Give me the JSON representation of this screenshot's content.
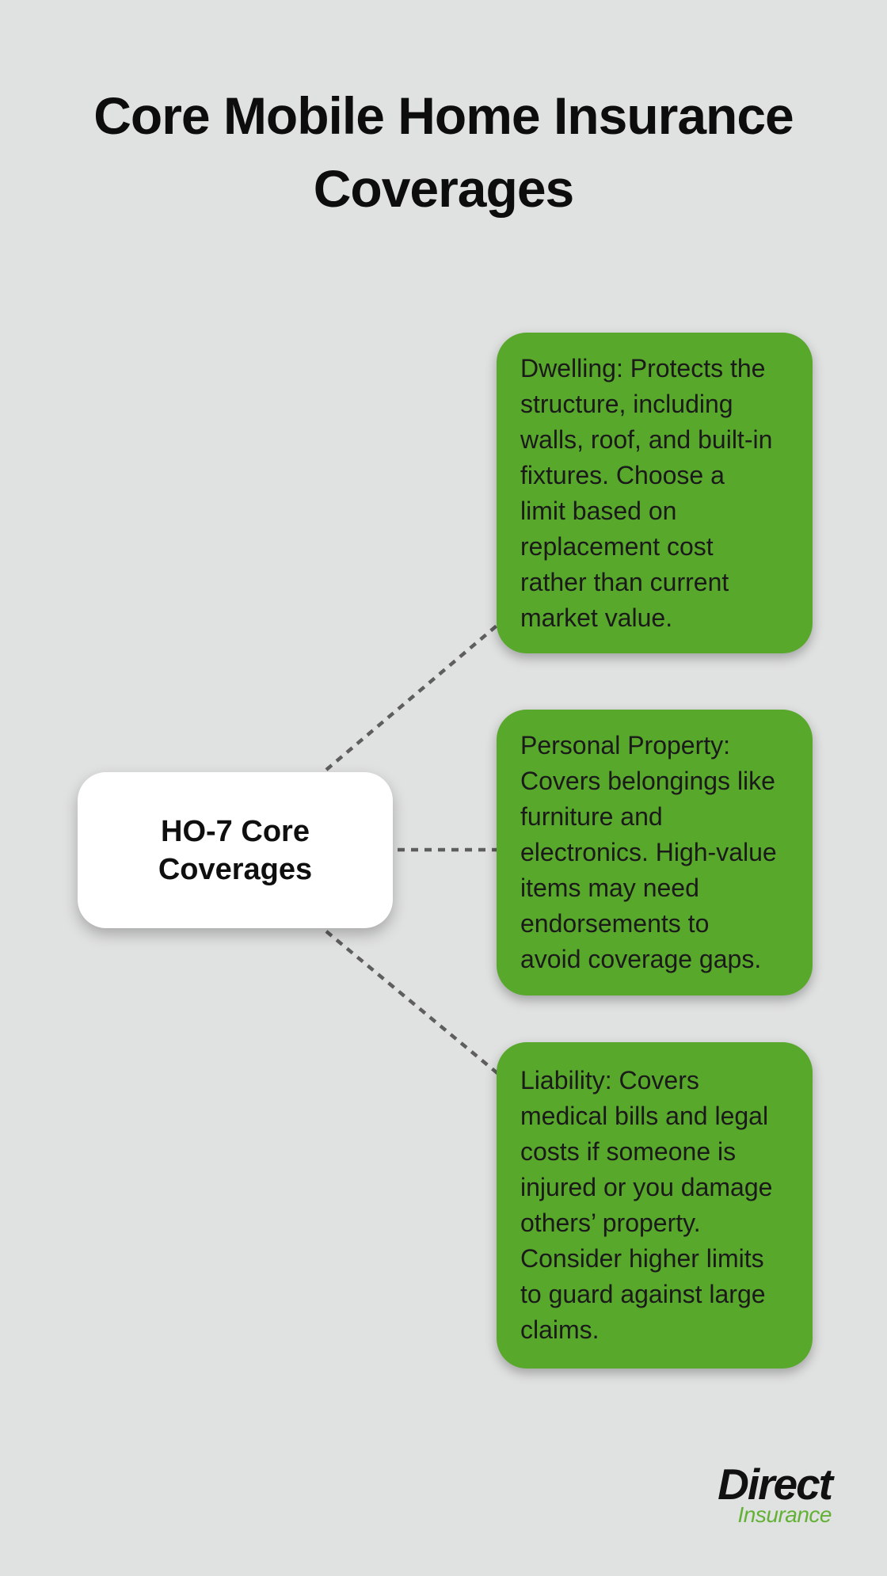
{
  "title": "Core Mobile Home Insurance Coverages",
  "center_node": {
    "label": "HO-7 Core Coverages"
  },
  "branches": [
    {
      "name": "Dwelling",
      "text": "Dwelling: Protects the\nstructure, including\nwalls, roof, and built-in\nfixtures. Choose a\nlimit based on\nreplacement cost\nrather than current\nmarket value."
    },
    {
      "name": "Personal Property",
      "text": "Personal Property:\nCovers belongings like\nfurniture and\nelectronics. High-value\nitems may need\nendorsements to\navoid coverage gaps."
    },
    {
      "name": "Liability",
      "text": "Liability: Covers\nmedical bills and legal\ncosts if someone is\ninjured or you damage\nothers’ property.\nConsider higher limits\nto guard against large\nclaims."
    }
  ],
  "logo": {
    "line1": "Direct",
    "line2": "Insurance"
  },
  "colors": {
    "background": "#e0e1e1",
    "card_green": "#58a82b",
    "connector_gray": "#5e5e5e",
    "logo_green": "#62b135"
  }
}
